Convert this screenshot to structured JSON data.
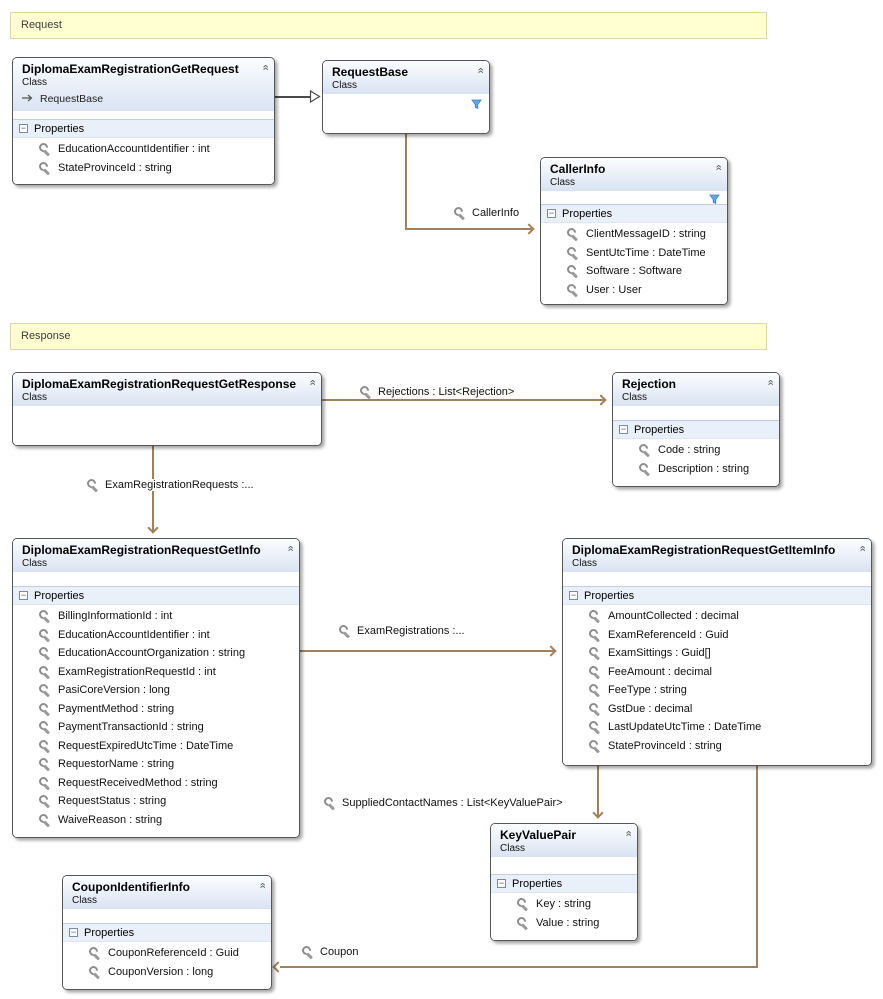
{
  "regions": {
    "request": {
      "label": "Request"
    },
    "response": {
      "label": "Response"
    }
  },
  "labels": {
    "properties": "Properties"
  },
  "classes": {
    "getRequest": {
      "title": "DiplomaExamRegistrationGetRequest",
      "kind": "Class",
      "base": "RequestBase",
      "properties": [
        "EducationAccountIdentifier : int",
        "StateProvinceId : string"
      ]
    },
    "requestBase": {
      "title": "RequestBase",
      "kind": "Class"
    },
    "callerInfo": {
      "title": "CallerInfo",
      "kind": "Class",
      "properties": [
        "ClientMessageID : string",
        "SentUtcTime : DateTime",
        "Software : Software",
        "User : User"
      ]
    },
    "getResponse": {
      "title": "DiplomaExamRegistrationRequestGetResponse",
      "kind": "Class"
    },
    "rejection": {
      "title": "Rejection",
      "kind": "Class",
      "properties": [
        "Code : string",
        "Description : string"
      ]
    },
    "getInfo": {
      "title": "DiplomaExamRegistrationRequestGetInfo",
      "kind": "Class",
      "properties": [
        "BillingInformationId : int",
        "EducationAccountIdentifier : int",
        "EducationAccountOrganization : string",
        "ExamRegistrationRequestId : int",
        "PasiCoreVersion : long",
        "PaymentMethod : string",
        "PaymentTransactionId : string",
        "RequestExpiredUtcTime : DateTime",
        "RequestorName : string",
        "RequestReceivedMethod : string",
        "RequestStatus : string",
        "WaiveReason : string"
      ]
    },
    "getItemInfo": {
      "title": "DiplomaExamRegistrationRequestGetItemInfo",
      "kind": "Class",
      "properties": [
        "AmountCollected : decimal",
        "ExamReferenceId : Guid",
        "ExamSittings : Guid[]",
        "FeeAmount : decimal",
        "FeeType : string",
        "GstDue : decimal",
        "LastUpdateUtcTime : DateTime",
        "StateProvinceId : string"
      ]
    },
    "keyValuePair": {
      "title": "KeyValuePair",
      "kind": "Class",
      "properties": [
        "Key : string",
        "Value : string"
      ]
    },
    "couponIdentifierInfo": {
      "title": "CouponIdentifierInfo",
      "kind": "Class",
      "properties": [
        "CouponReferenceId : Guid",
        "CouponVersion : long"
      ]
    }
  },
  "connectors": {
    "callerInfo": {
      "label": "CallerInfo"
    },
    "rejections": {
      "label": "Rejections : List<Rejection>"
    },
    "examRegistrationRequests": {
      "label": "ExamRegistrationRequests  :..."
    },
    "examRegistrations": {
      "label": "ExamRegistrations  :..."
    },
    "suppliedContactNames": {
      "label": "SuppliedContactNames : List<KeyValuePair>"
    },
    "coupon": {
      "label": "Coupon"
    }
  },
  "colors": {
    "comment_fill": "#FFFFD2",
    "comment_border": "#D9D9A3",
    "association": "#A1815D",
    "inheritance": "#4A4A4A",
    "header_gradient_top": "#FCFDFF",
    "header_gradient_bottom": "#D9E3F2",
    "filter_icon": "#6AA7DD"
  }
}
